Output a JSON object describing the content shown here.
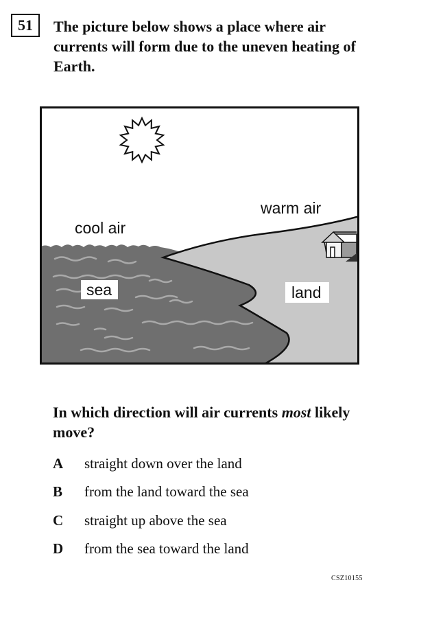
{
  "question": {
    "number": "51",
    "text": "The picture below shows a place where air currents will form due to the uneven heating of Earth."
  },
  "figure": {
    "labels": {
      "warm_air": "warm air",
      "cool_air": "cool air",
      "sea": "sea",
      "land": "land"
    },
    "colors": {
      "sea": "#6f6f6f",
      "land": "#c8c8c8",
      "wave": "#a9a9a9",
      "sky": "#ffffff",
      "outline": "#111111"
    }
  },
  "prompt": {
    "before": "In which direction will air currents ",
    "emphasis": "most",
    "after": " likely move?"
  },
  "choices": [
    {
      "letter": "A",
      "text": "straight down over the land"
    },
    {
      "letter": "B",
      "text": "from the land toward the sea"
    },
    {
      "letter": "C",
      "text": "straight up above the sea"
    },
    {
      "letter": "D",
      "text": "from the sea toward the land"
    }
  ],
  "item_code": "CSZ10155"
}
